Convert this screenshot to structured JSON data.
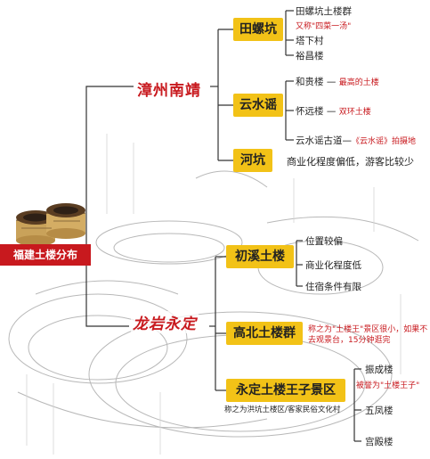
{
  "root": {
    "label": "福建土楼分布"
  },
  "zhangzhou": {
    "label": "漳州南靖",
    "tianluokeng": {
      "label": "田螺坑",
      "items": [
        "田螺坑土楼群",
        "塔下村",
        "裕昌楼"
      ],
      "note": "又称\"四菜一汤\""
    },
    "yunshuiyao": {
      "label": "云水谣",
      "items": [
        {
          "name": "和贵楼",
          "note": "最高的土楼"
        },
        {
          "name": "怀远楼",
          "note": "双环土楼"
        },
        {
          "name": "云水谣古道",
          "note": "《云水谣》拍摄地"
        }
      ]
    },
    "hekeng": {
      "label": "河坑",
      "desc": "商业化程度偏低，游客比较少"
    }
  },
  "longyan": {
    "label": "龙岩永定",
    "chuxi": {
      "label": "初溪土楼",
      "items": [
        "位置较偏",
        "商业化程度低",
        "住宿条件有限"
      ]
    },
    "gaobei": {
      "label": "高北土楼群",
      "note": "称之为\"土楼王\"景区很小，如果不去观景台，15分钟逛完"
    },
    "wangzi": {
      "label": "永定土楼王子景区",
      "sub": "称之为洪坑土楼区/客家民俗文化村",
      "items": [
        {
          "name": "振成楼",
          "note": "被誉为\"土楼王子\""
        },
        {
          "name": "五凤楼",
          "note": ""
        },
        {
          "name": "宫殿楼",
          "note": ""
        }
      ]
    }
  },
  "dash": "—"
}
